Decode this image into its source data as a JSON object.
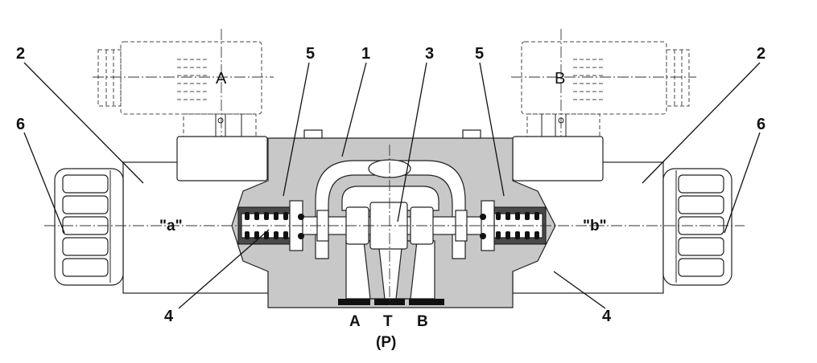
{
  "diagram": {
    "callouts": {
      "left_2": "2",
      "left_6": "6",
      "left_5": "5",
      "center_1": "1",
      "center_3": "3",
      "right_5": "5",
      "right_2": "2",
      "right_6": "6",
      "left_4": "4",
      "right_4": "4"
    },
    "coil_labels": {
      "left": "A",
      "right": "B"
    },
    "mode_labels": {
      "left": "\"a\"",
      "right": "\"b\""
    },
    "ports": {
      "a": "A",
      "t": "T",
      "b": "B",
      "p": "(P)"
    }
  }
}
